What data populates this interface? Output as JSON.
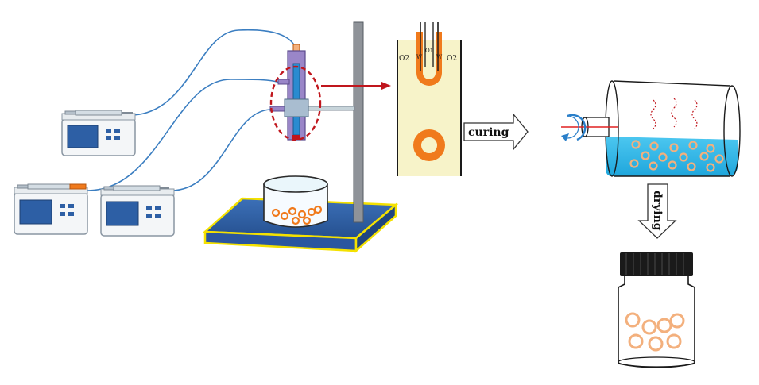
{
  "diagram": {
    "labels": {
      "outer_phase": "O2",
      "middle_phase": "W",
      "inner_phase": "O1",
      "curing": "curing",
      "drying": "drying"
    },
    "colors": {
      "capsule": "#f07a1c",
      "bead": "#f3b07d",
      "water": "#29b6e6",
      "platform": "#2d5fa5",
      "platform_border": "#f4e100",
      "tube_channel": "#f7f3c9",
      "droplet_zone": "#c0161d",
      "syringe_body": "#d4dde4",
      "pump_screen": "#2d5fa5",
      "lid": "#1a1a1a",
      "flow_arrow": "#e12020",
      "tubing": "#3b7ec1"
    }
  }
}
